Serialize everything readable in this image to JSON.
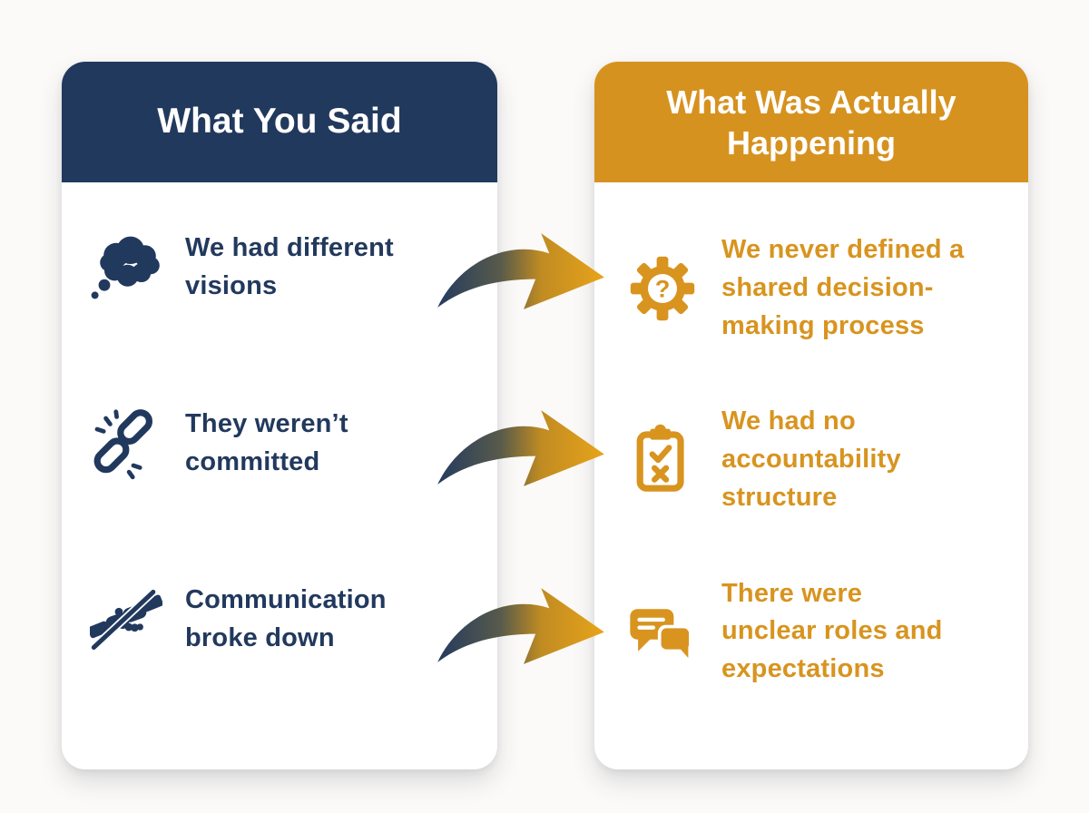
{
  "page": {
    "background": "#FBFAF8"
  },
  "left_card": {
    "title": "What You Said",
    "header_color": "#22395E",
    "text_color": "#22395E",
    "items": [
      {
        "icon": "thought-bubble-icon",
        "label": "We had different visions"
      },
      {
        "icon": "broken-chain-icon",
        "label": "They weren’t committed"
      },
      {
        "icon": "handshake-broken-icon",
        "label": "Communication broke down"
      }
    ]
  },
  "right_card": {
    "title": "What Was Actually Happening",
    "header_color": "#D6921F",
    "text_color": "#D8941F",
    "gear_question_mark": "?",
    "items": [
      {
        "icon": "gear-question-icon",
        "label": "We never defined a shared decision-making process"
      },
      {
        "icon": "clipboard-check-x-icon",
        "label": "We had no accountability structure"
      },
      {
        "icon": "chat-bubbles-icon",
        "label": "There were unclear roles and expectations"
      }
    ]
  },
  "arrows": {
    "count": 3,
    "gradient_start": "#243A5F",
    "gradient_end": "#E8A41A"
  }
}
